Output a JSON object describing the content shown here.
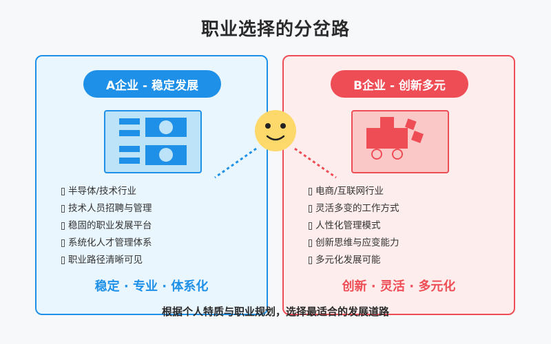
{
  "title": "职业选择的分岔路",
  "left": {
    "heading": "A企业 - 稳定发展",
    "items": [
      "半导体/技术行业",
      "技术人员招聘与管理",
      "稳固的职业发展平台",
      "系统化人才管理体系",
      "职业路径清晰可见"
    ],
    "tagline": "稳定 · 专业 · 体系化",
    "accent": "#1e90e8"
  },
  "right": {
    "heading": "B企业 - 创新多元",
    "items": [
      "电商/互联网行业",
      "灵活多变的工作方式",
      "人性化管理模式",
      "创新思维与应变能力",
      "多元化发展可能"
    ],
    "tagline": "创新 · 灵活 · 多元化",
    "accent": "#ef4d55"
  },
  "footer": "根据个人特质与职业规划，选择最适合的发展道路",
  "face_color": "#fdd86a"
}
